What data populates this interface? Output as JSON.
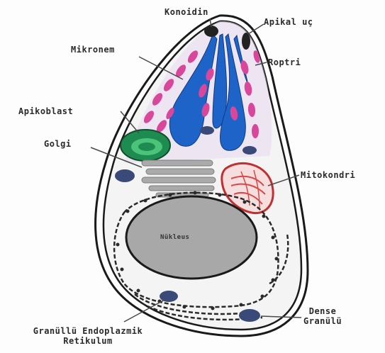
{
  "labels": {
    "konoidin": "Konoidin",
    "apikal_uc": "Apikal uç",
    "mikronem": "Mikronem",
    "roptri": "Roptri",
    "apikoblast": "Apikoblast",
    "golgi": "Golgi",
    "mitokondri": "Mitokondri",
    "nukleus": "Nükleus",
    "dense_granul_line1": "Dense",
    "dense_granul_line2": "Granülü",
    "ger_line1": "Granüllü Endoplazmik",
    "ger_line2": "Retikulum"
  },
  "colors": {
    "outline": "#1a1a1a",
    "roptri": "#1e64c8",
    "mikronem": "#d8479a",
    "apikoblast": "#1e8c50",
    "golgi": "#a9aaa9",
    "mitokondri": "#d94848",
    "nukleus": "#a8a8a8",
    "dense_granul": "#3a4a78",
    "cytoplasm": "#f4f4f4",
    "apical_tint": "#ead8f0"
  }
}
